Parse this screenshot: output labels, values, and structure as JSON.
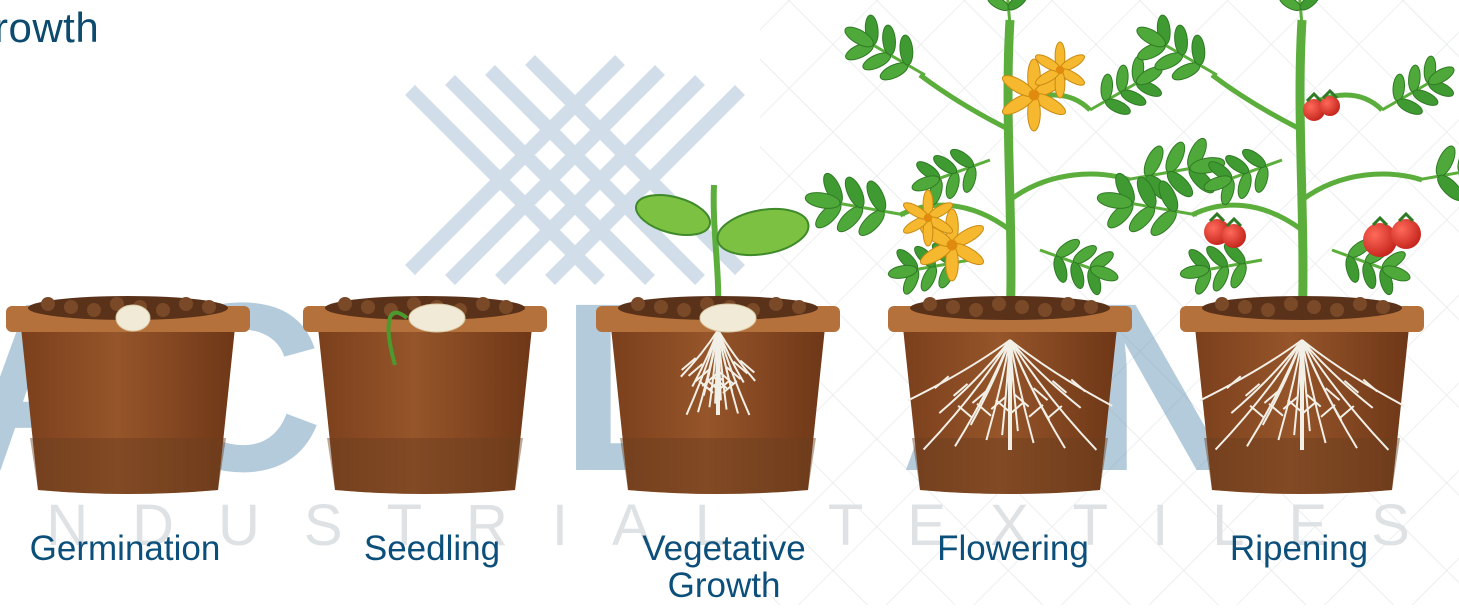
{
  "heading": "rowth",
  "watermark": {
    "big_letters": "ACADIAN",
    "tagline": "INDUSTRIAL TEXTILES",
    "color": "#5b8db0"
  },
  "stages": [
    {
      "label": "Germination"
    },
    {
      "label": "Seedling"
    },
    {
      "label": "Vegetative Growth"
    },
    {
      "label": "Flowering"
    },
    {
      "label": "Ripening"
    }
  ],
  "colors": {
    "label_text": "#0b4f7a",
    "pot_rim": "#b5713b",
    "pot_body": "#8a4a22",
    "soil": "#6b3d1f",
    "leaf": "#4fa83a",
    "stem": "#5cae3c",
    "flower": "#f5b82e",
    "tomato": "#e03a2f",
    "root": "#f2efe6",
    "seed": "#f1ead6"
  }
}
